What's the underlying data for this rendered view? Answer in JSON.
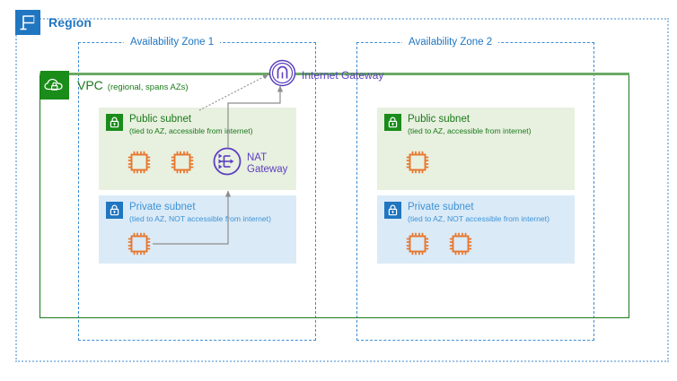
{
  "region": {
    "title": "Region",
    "icon": "region-flag-icon"
  },
  "availability_zones": [
    {
      "label": "Availability Zone 1"
    },
    {
      "label": "Availability Zone 2"
    }
  ],
  "vpc": {
    "name": "VPC",
    "note": "(regional, spans AZs)",
    "icon": "vpc-cloud-lock-icon"
  },
  "internet_gateway": {
    "label": "Internet Gateway",
    "icon": "internet-gateway-icon"
  },
  "nat_gateway": {
    "label_line1": "NAT",
    "label_line2": "Gateway",
    "icon": "nat-gateway-icon"
  },
  "subnets": [
    {
      "id": "az1-public",
      "type": "public",
      "title": "Public subnet",
      "note": "(tied to AZ, accessible from internet)",
      "icon": "lock-icon-green",
      "instances": 2,
      "has_nat_gateway": true
    },
    {
      "id": "az1-private",
      "type": "private",
      "title": "Private subnet",
      "note": "(tied to AZ, NOT accessible from internet)",
      "icon": "lock-icon-blue",
      "instances": 1,
      "has_nat_gateway": false
    },
    {
      "id": "az2-public",
      "type": "public",
      "title": "Public subnet",
      "note": "(tied to AZ, accessible from internet)",
      "icon": "lock-icon-green",
      "instances": 1,
      "has_nat_gateway": false
    },
    {
      "id": "az2-private",
      "type": "private",
      "title": "Private subnet",
      "note": "(tied to AZ, NOT accessible from internet)",
      "icon": "lock-icon-blue",
      "instances": 2,
      "has_nat_gateway": false
    }
  ],
  "colors": {
    "region_blue": "#2076c0",
    "az_blue": "#3e8dd4",
    "vpc_green": "#1a7a1a",
    "vpc_green_line": "#6aaa64",
    "public_subnet_bg": "#e8f0e0",
    "private_subnet_bg": "#daeaf7",
    "private_text": "#3d93d6",
    "ec2_orange": "#e8762c",
    "gateway_purple": "#5b3fbf",
    "connector_gray": "#8d8d8d"
  },
  "connections": [
    {
      "from": "az1-public-subnet",
      "to": "internet-gateway",
      "style": "dotted-arrow"
    },
    {
      "from": "nat-gateway",
      "to": "internet-gateway",
      "style": "solid-arrow"
    },
    {
      "from": "az1-private-instance",
      "to": "nat-gateway",
      "style": "solid-arrow"
    }
  ]
}
